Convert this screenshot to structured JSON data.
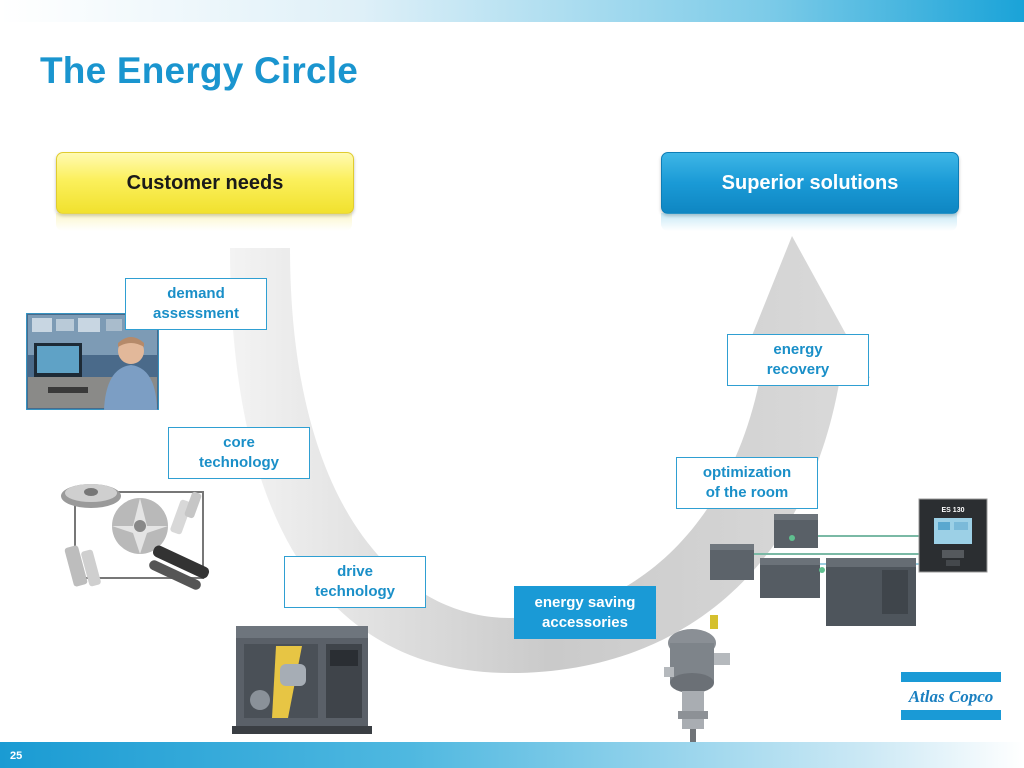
{
  "slide": {
    "title": "The Energy Circle",
    "number": "25"
  },
  "headers": {
    "left": "Customer needs",
    "right": "Superior solutions"
  },
  "labels": {
    "demand_assessment": [
      "demand",
      "assessment"
    ],
    "core_technology": [
      "core",
      "technology"
    ],
    "drive_technology": [
      "drive",
      "technology"
    ],
    "energy_saving_accessories": [
      "energy saving",
      "accessories"
    ],
    "optimization_room": [
      "optimization",
      "of the room"
    ],
    "energy_recovery": [
      "energy",
      "recovery"
    ]
  },
  "controller_label": "ES 130",
  "logo_text": "Atlas Copco",
  "colors": {
    "title": "#1a95cf",
    "accent_blue": "#1a9ad6",
    "yellow": "#f1e12e",
    "arrow_gray": "#c9c9c9"
  }
}
